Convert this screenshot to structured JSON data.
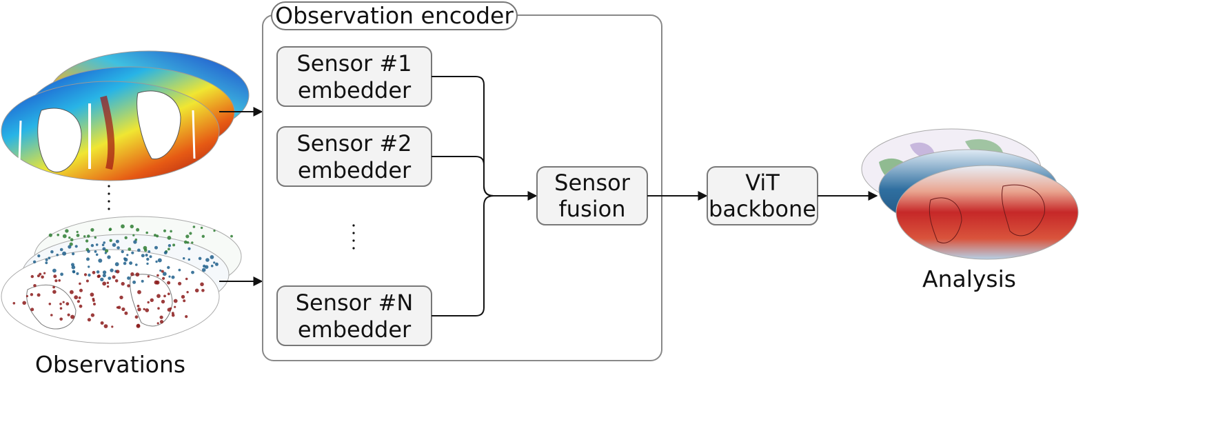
{
  "encoder": {
    "title": "Observation encoder",
    "sensor1": [
      "Sensor #1",
      "embedder"
    ],
    "sensor2": [
      "Sensor #2",
      "embedder"
    ],
    "sensorN": [
      "Sensor #N",
      "embedder"
    ]
  },
  "fusion": [
    "Sensor",
    "fusion"
  ],
  "backbone": [
    "ViT",
    "backbone"
  ],
  "captions": {
    "observations": "Observations",
    "analysis": "Analysis"
  },
  "colors": {
    "satellite_palette": [
      "#1a3cc8",
      "#28b4e6",
      "#f0e632",
      "#e65a14",
      "#a01414"
    ],
    "station_palette": [
      "#2e7d32",
      "#1f5f8b",
      "#8b1a1a"
    ],
    "analysis_palette": [
      "#1f5f8b",
      "#c62828",
      "#7b5ea7"
    ]
  }
}
